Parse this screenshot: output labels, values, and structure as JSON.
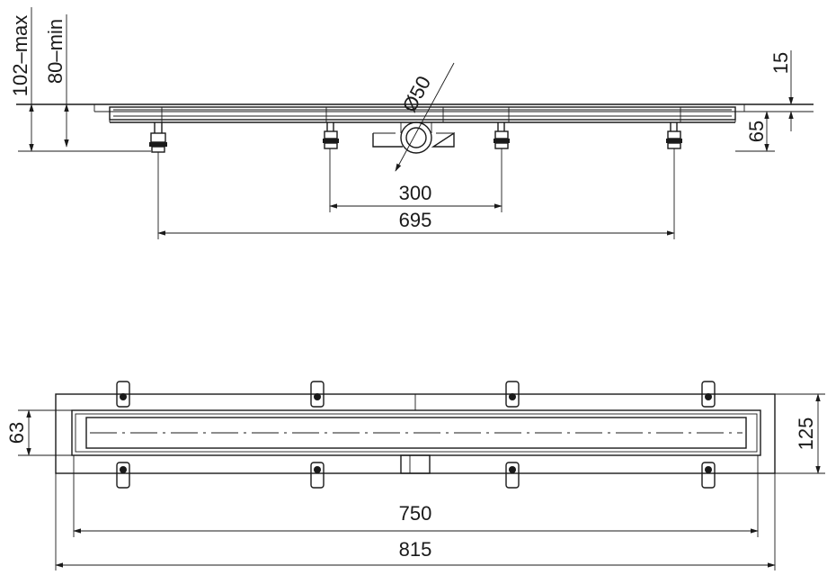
{
  "side_view": {
    "dim_max_height": "102–max",
    "dim_min_height": "80–min",
    "dim_pipe_diameter": "Ø50",
    "dim_frame_thickness": "15",
    "dim_body_height": "65",
    "dim_inner_leg_spacing": "300",
    "dim_outer_leg_spacing": "695"
  },
  "plan_view": {
    "dim_channel_width": "63",
    "dim_total_width": "125",
    "dim_channel_length": "750",
    "dim_total_length": "815"
  }
}
